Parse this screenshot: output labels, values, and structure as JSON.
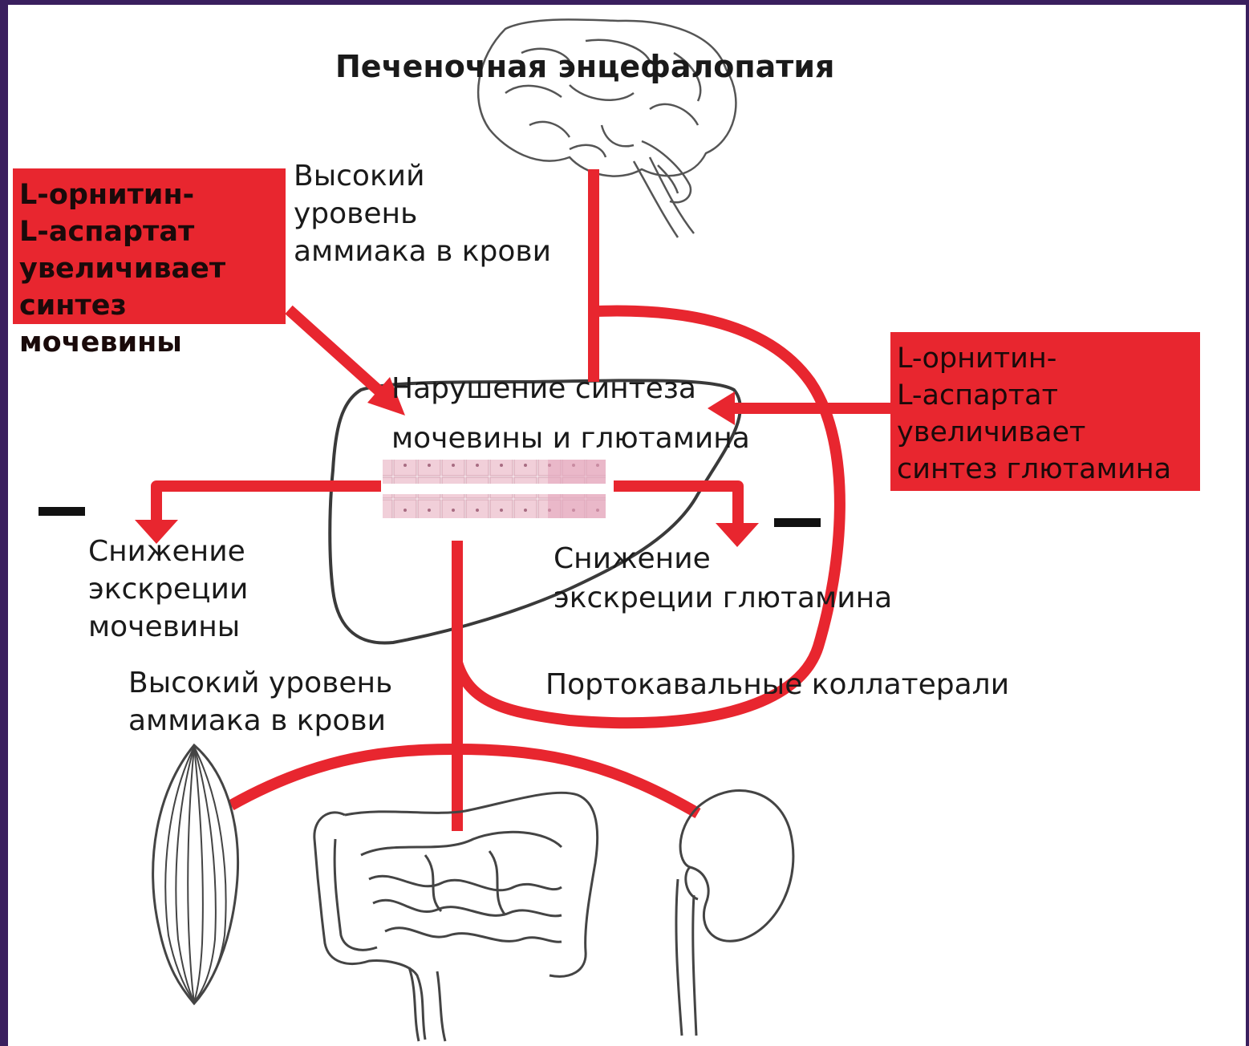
{
  "title": "Печеночная энцефалопатия",
  "labels": {
    "high_ammonia_top": "Высокий\nуровень\nаммиака в крови",
    "liver_center": "Нарушение синтеза\nмочевины и глютамина",
    "urea_excretion": "Снижение\nэкскреции\nмочевины",
    "glutamine_excretion": "Снижение\nэкскреции глютамина",
    "high_ammonia_bottom": "Высокий уровень\nаммиака в крови",
    "portocaval": "Портокавальные коллатерали"
  },
  "boxes": {
    "urea_synthesis": "L-орнитин-\nL-аспартат\nувеличивает\nсинтез мочевины",
    "glutamine_synthesis": "L-орнитин-\nL-аспартат\nувеличивает\nсинтез глютамина"
  },
  "minus_sign": "—",
  "colors": {
    "accent_red": "#e8262f",
    "background": "#3a1f5e"
  }
}
